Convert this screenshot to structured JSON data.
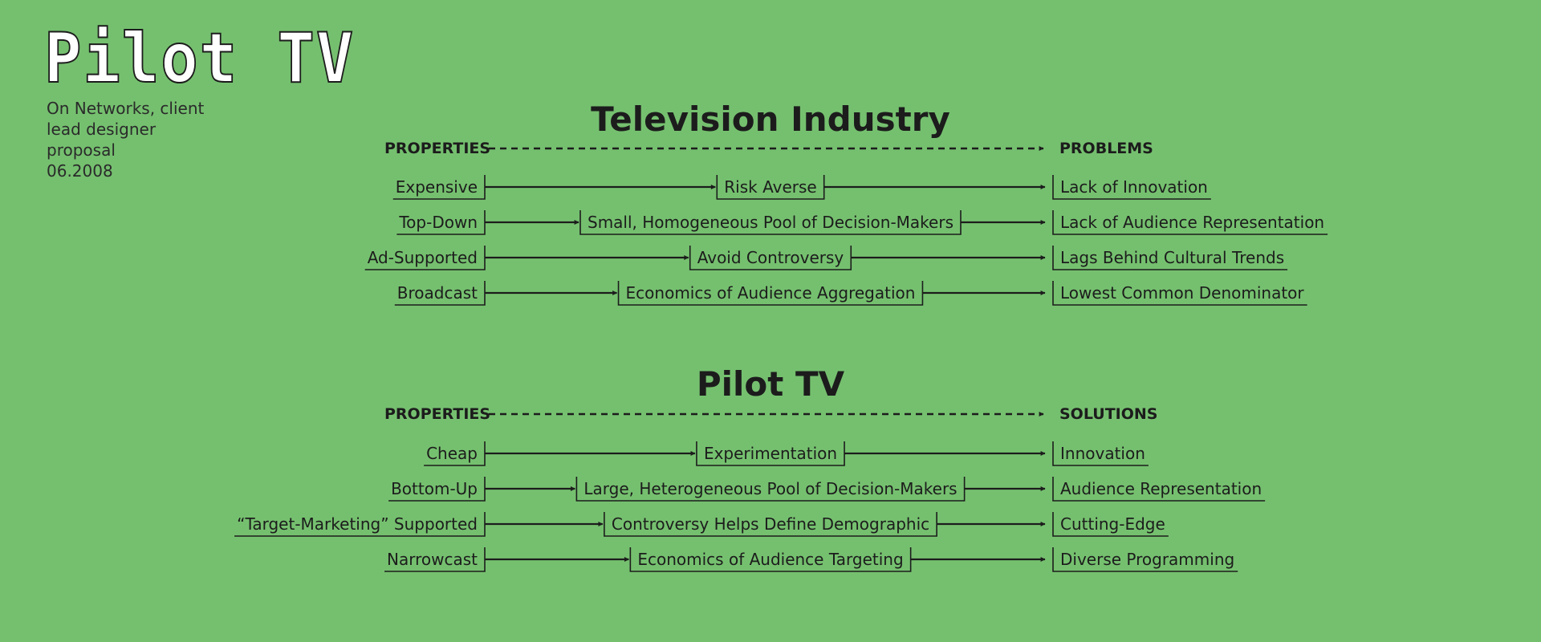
{
  "logo": "Pilot TV",
  "meta": [
    "On Networks, client",
    "lead designer",
    "proposal",
    "06.2008"
  ],
  "sections": [
    {
      "title": "Television Industry",
      "left_header": "PROPERTIES",
      "right_header": "PROBLEMS",
      "rows": [
        [
          "Expensive",
          "Risk Averse",
          "Lack of Innovation"
        ],
        [
          "Top-Down",
          "Small, Homogeneous Pool of Decision-Makers",
          "Lack of Audience Representation"
        ],
        [
          "Ad-Supported",
          "Avoid Controversy",
          "Lags Behind Cultural Trends"
        ],
        [
          "Broadcast",
          "Economics of Audience Aggregation",
          "Lowest Common Denominator"
        ]
      ]
    },
    {
      "title": "Pilot TV",
      "left_header": "PROPERTIES",
      "right_header": "SOLUTIONS",
      "rows": [
        [
          "Cheap",
          "Experimentation",
          "Innovation"
        ],
        [
          "Bottom-Up",
          "Large, Heterogeneous Pool of Decision-Makers",
          "Audience Representation"
        ],
        [
          "“Target-Marketing” Supported",
          "Controversy Helps Define Demographic",
          "Cutting-Edge"
        ],
        [
          "Narrowcast",
          "Economics of Audience Targeting",
          "Diverse Programming"
        ]
      ]
    }
  ]
}
